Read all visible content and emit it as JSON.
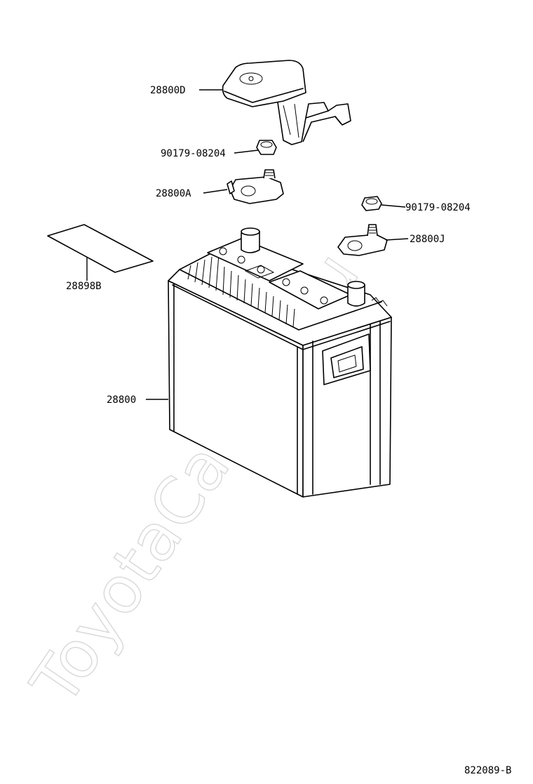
{
  "watermark": "ToyotaCarline.ru",
  "drawing_number": "822089-B",
  "callouts": {
    "terminal_cover": "28800D",
    "nut_left": "90179-08204",
    "terminal_negative": "28800A",
    "nut_right": "90179-08204",
    "terminal_positive": "28800J",
    "label_sheet": "28898B",
    "battery": "28800"
  },
  "colors": {
    "line": "#000000",
    "background": "#ffffff",
    "watermark": "#d8d8d8"
  }
}
